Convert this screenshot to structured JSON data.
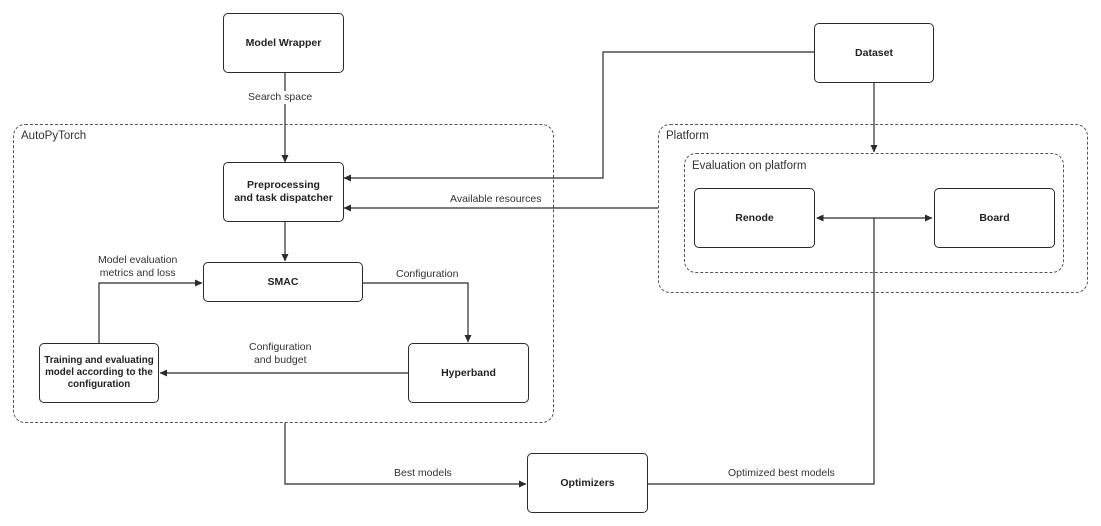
{
  "groups": {
    "autopytorch": "AutoPyTorch",
    "platform": "Platform",
    "evaluation": "Evaluation on platform"
  },
  "nodes": {
    "model_wrapper": "Model Wrapper",
    "dataset": "Dataset",
    "preprocessing": "Preprocessing\nand task dispatcher",
    "smac": "SMAC",
    "training": "Training and evaluating\nmodel according to the\nconfiguration",
    "hyperband": "Hyperband",
    "renode": "Renode",
    "board": "Board",
    "optimizers": "Optimizers"
  },
  "edges": {
    "search_space": "Search space",
    "available_resources": "Available resources",
    "model_evaluation": "Model evaluation\nmetrics and loss",
    "configuration": "Configuration",
    "configuration_budget": "Configuration\nand budget",
    "best_models": "Best models",
    "optimized_best_models": "Optimized best models"
  }
}
